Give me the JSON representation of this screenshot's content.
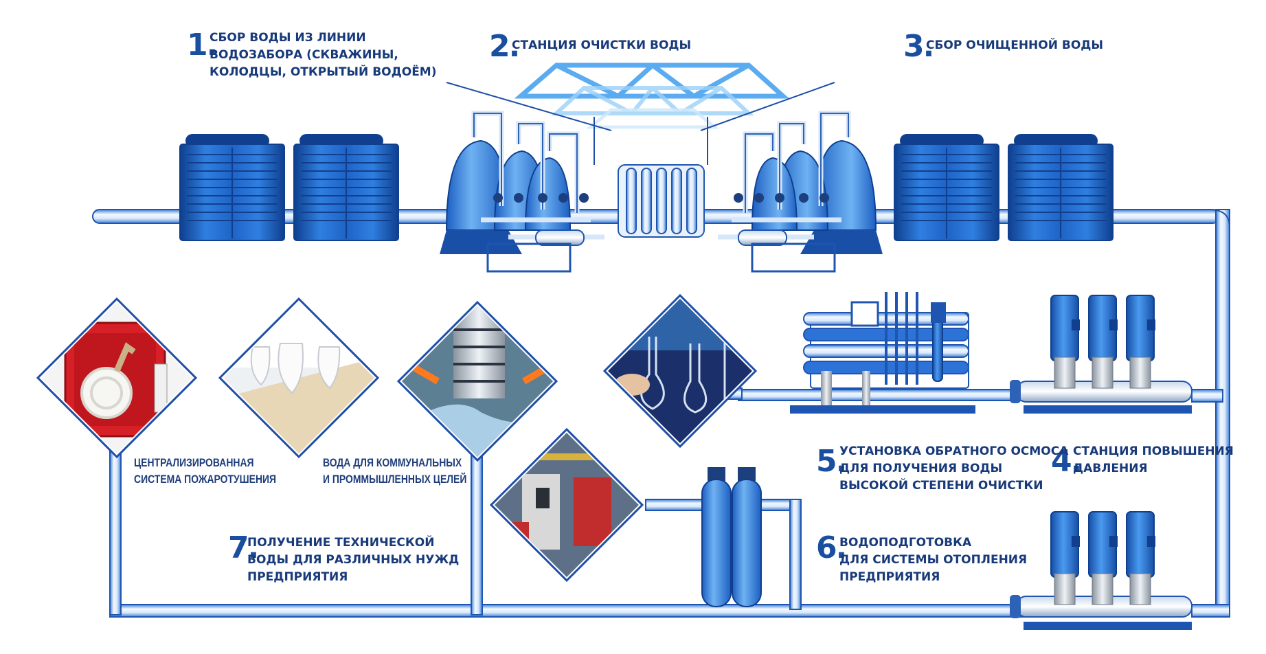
{
  "steps": [
    {
      "num": "1.",
      "lines": [
        "СБОР ВОДЫ ИЗ ЛИНИИ",
        "ВОДОЗАБОРА (СКВАЖИНЫ,",
        "КОЛОДЦЫ, ОТКРЫТЫЙ ВОДОЁМ)"
      ]
    },
    {
      "num": "2.",
      "lines": [
        "СТАНЦИЯ ОЧИСТКИ ВОДЫ"
      ]
    },
    {
      "num": "3.",
      "lines": [
        "СБОР ОЧИЩЕННОЙ ВОДЫ"
      ]
    },
    {
      "num": "4.",
      "lines": [
        "СТАНЦИЯ ПОВЫШЕНИЯ",
        "ДАВЛЕНИЯ"
      ]
    },
    {
      "num": "5.",
      "lines": [
        "УСТАНОВКА ОБРАТНОГО ОСМОСА",
        "ДЛЯ ПОЛУЧЕНИЯ ВОДЫ",
        "ВЫСОКОЙ СТЕПЕНИ ОЧИСТКИ"
      ]
    },
    {
      "num": "6.",
      "lines": [
        "ВОДОПОДГОТОВКА",
        "ДЛЯ СИСТЕМЫ ОТОПЛЕНИЯ",
        "ПРЕДПРИЯТИЯ"
      ]
    },
    {
      "num": "7.",
      "lines": [
        "ПОЛУЧЕНИЕ ТЕХНИЧЕСКОЙ",
        "ВОДЫ ДЛЯ РАЗЛИЧНЫХ НУЖД",
        "ПРЕДПРИЯТИЯ"
      ]
    }
  ],
  "captions": {
    "fire": [
      "ЦЕНТРАЛИЗИРОВАННАЯ",
      "СИСТЕМА ПОЖАРОТУШЕНИЯ"
    ],
    "communal": [
      "ВОДА ДЛЯ КОММУНАЛЬНЫХ",
      "И ПРОММЫШЛЕННЫХ ЦЕЛЕЙ"
    ]
  },
  "colors": {
    "pipe": "#4a8fe0",
    "pipe_light": "#e8f2fd",
    "pipe_outline": "#1e55b0",
    "tank": "#1f63c6",
    "tank_dark": "#0f3f8e",
    "frame": "#1e4fa8",
    "label": "#183a7a"
  },
  "icons": {
    "fire": "fire-hose-cabinet-icon",
    "communal": "urinal-row-icon",
    "industrial": "cnc-machine-icon",
    "lab": "lab-flask-icon",
    "boiler": "boiler-room-icon"
  }
}
